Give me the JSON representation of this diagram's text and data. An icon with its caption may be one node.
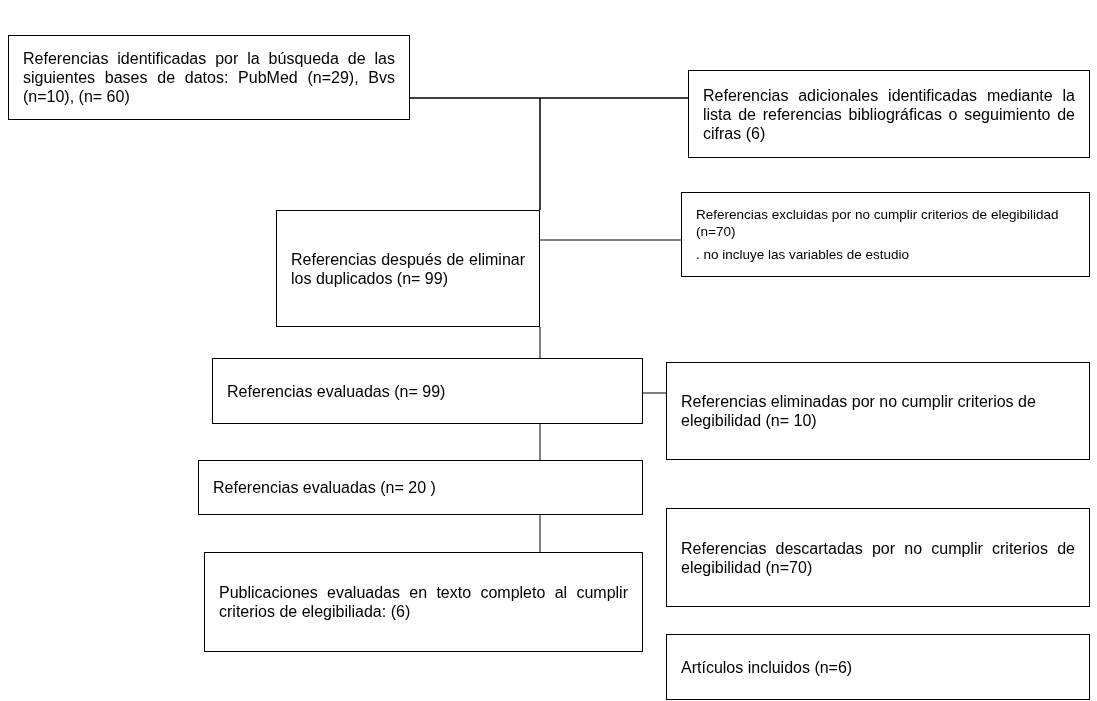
{
  "diagram": {
    "nodes": [
      {
        "text": [
          "Referencias identificadas por la búsqueda de las siguientes bases de datos: PubMed (n=29), Bvs (n=10), (n= 60)"
        ]
      },
      {
        "text": [
          "Referencias adicionales identificadas mediante la lista de referencias bibliográficas o seguimiento de cifras (6)"
        ]
      },
      {
        "text": [
          "Referencias después de eliminar los duplicados (n= 99)"
        ]
      },
      {
        "text": [
          "Referencias excluidas por no cumplir criterios de elegibilidad (n=70)",
          ". no incluye las variables de estudio"
        ]
      },
      {
        "text": [
          "Referencias evaluadas (n= 99)"
        ]
      },
      {
        "text": [
          "Referencias eliminadas por no cumplir criterios de elegibilidad (n= 10)"
        ]
      },
      {
        "text": [
          "Referencias evaluadas (n= 20 )"
        ]
      },
      {
        "text": [
          "Referencias descartadas por no cumplir criterios de elegibilidad (n=70)"
        ]
      },
      {
        "text": [
          "Publicaciones evaluadas en texto completo al cumplir criterios de elegibiliada: (6)"
        ]
      },
      {
        "text": [
          "Artículos incluidos (n=6)"
        ]
      }
    ],
    "edges": [
      {
        "from": 0,
        "to": 1,
        "arrow": "none"
      },
      {
        "from": 0,
        "to": 2,
        "arrow": "none"
      },
      {
        "from": 1,
        "to": 2,
        "arrow": "none"
      },
      {
        "from": 2,
        "to": 3,
        "arrow": "none"
      },
      {
        "from": 2,
        "to": 4,
        "arrow": "none"
      },
      {
        "from": 4,
        "to": 6,
        "arrow": "none"
      },
      {
        "from": 4,
        "to": 5,
        "arrow": "none"
      },
      {
        "from": 6,
        "to": 8,
        "arrow": "none"
      }
    ]
  }
}
